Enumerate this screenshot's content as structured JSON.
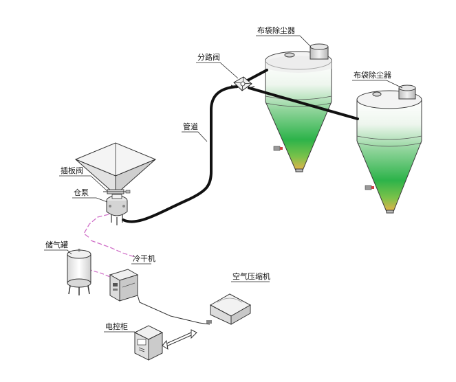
{
  "labels": {
    "dust_collector_1": "布袋除尘器",
    "dust_collector_2": "布袋除尘器",
    "diverter_valve": "分路阀",
    "pipeline": "管道",
    "slide_gate_valve": "插板阀",
    "silo_pump": "仓泵",
    "air_tank": "储气罐",
    "dryer": "冷干机",
    "air_compressor": "空气压缩机",
    "control_cabinet": "电控柜"
  },
  "colors": {
    "silo_green": "#2db34a",
    "silo_top_gradient": "#f4f7f4",
    "silo_bottom": "#e8b24a",
    "pipe": "#111111",
    "air_line": "#d070c8"
  }
}
